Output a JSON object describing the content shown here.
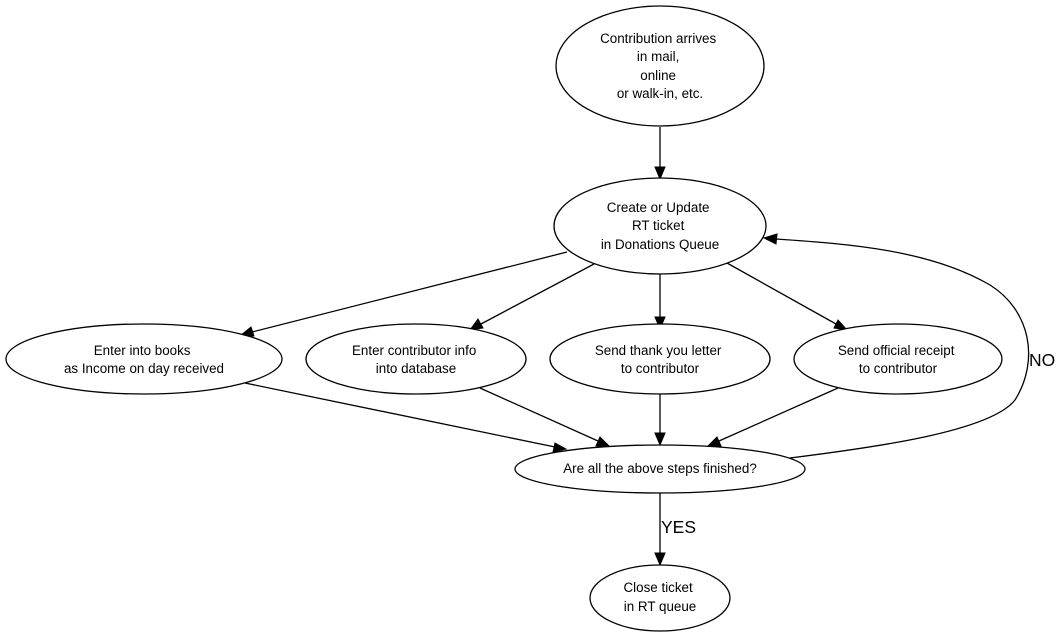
{
  "diagram": {
    "nodes": {
      "arrival": {
        "lines": [
          "Contribution arrives",
          "in mail,",
          "online",
          "or walk-in, etc."
        ]
      },
      "ticket": {
        "lines": [
          "Create or Update",
          "RT ticket",
          "in Donations Queue"
        ]
      },
      "books": {
        "lines": [
          "Enter into books",
          "as Income on day received"
        ]
      },
      "database": {
        "lines": [
          "Enter contributor info",
          "into database"
        ]
      },
      "thankyou": {
        "lines": [
          "Send thank you letter",
          "to contributor"
        ]
      },
      "receipt": {
        "lines": [
          "Send official receipt",
          "to contributor"
        ]
      },
      "check": {
        "lines": [
          "Are all the above steps finished?"
        ]
      },
      "close": {
        "lines": [
          "Close ticket",
          "in RT queue"
        ]
      }
    },
    "edges": {
      "yes_label": "YES",
      "no_label": "NO"
    }
  }
}
